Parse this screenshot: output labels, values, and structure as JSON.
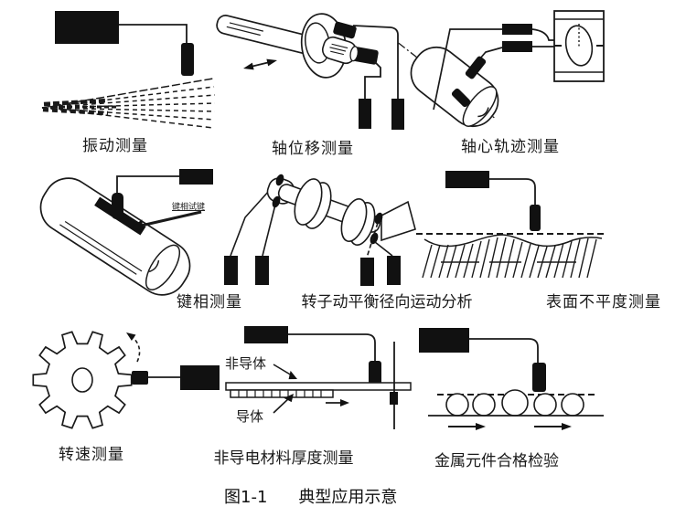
{
  "figure": {
    "caption_number": "图1-1",
    "caption_title": "典型应用示意"
  },
  "colors": {
    "ink": "#1a1a1a",
    "background": "#ffffff"
  },
  "diagrams": {
    "vibration": {
      "label": "振动测量"
    },
    "axial_displacement": {
      "label": "轴位移测量"
    },
    "shaft_orbit": {
      "label": "轴心轨迹测量"
    },
    "keyphase": {
      "label": "键相测量",
      "annotation": "键相试键"
    },
    "rotor_balance": {
      "label": "转子动平衡径向运动分析"
    },
    "surface_flatness": {
      "label": "表面不平度测量"
    },
    "rotation_speed": {
      "label": "转速测量"
    },
    "thickness": {
      "label": "非导电材料厚度测量",
      "layer_top": "非导体",
      "layer_bottom": "导体"
    },
    "metal_inspection": {
      "label": "金属元件合格检验"
    }
  }
}
